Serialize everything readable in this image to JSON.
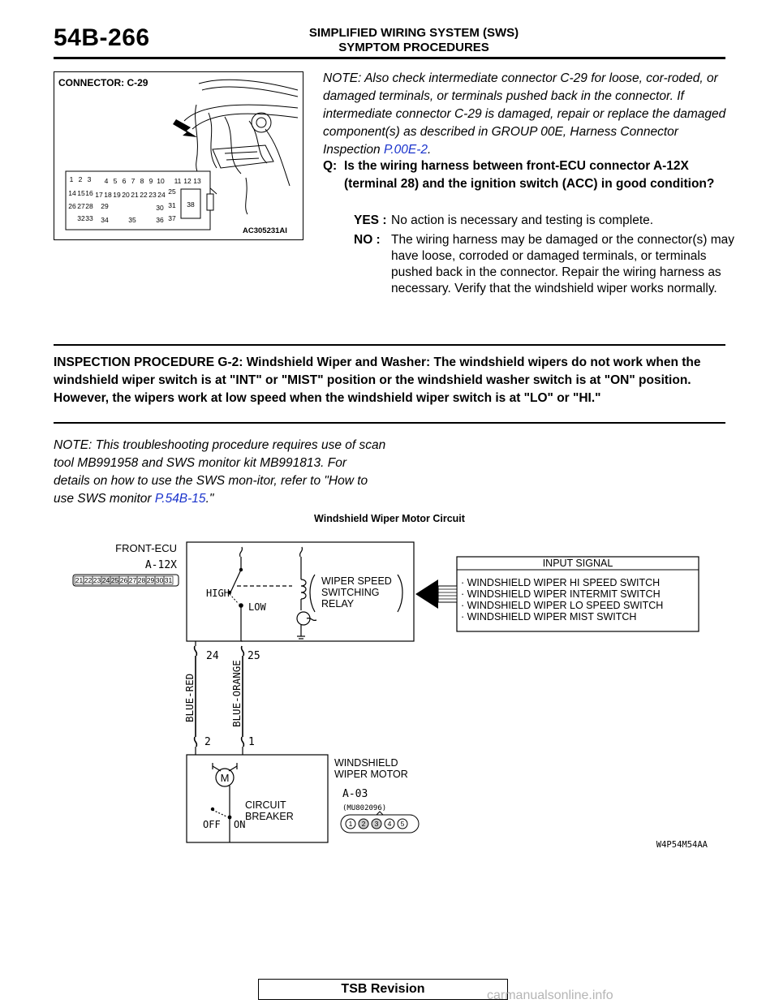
{
  "header": {
    "page_number": "54B-266",
    "section_title": "SIMPLIFIED WIRING SYSTEM (SWS)",
    "subsection_title": "SYMPTOM PROCEDURES"
  },
  "connector_figure": {
    "title": "CONNECTOR: C-29",
    "code": "AC305231AI",
    "pins_row1a": [
      "1",
      "2",
      "3"
    ],
    "pins_row1b": [
      "4",
      "5",
      "6",
      "7",
      "8",
      "9",
      "10"
    ],
    "pins_row1c": [
      "11",
      "12",
      "13"
    ],
    "pins_row2a": [
      "14",
      "15",
      "16"
    ],
    "pins_row2b": [
      "17",
      "18",
      "19",
      "20",
      "21",
      "22",
      "23",
      "24"
    ],
    "pin_25": "25",
    "pins_row3a": [
      "26",
      "27",
      "28"
    ],
    "pin_29": "29",
    "pin_30": "30",
    "pin_31": "31",
    "pins_row4a": [
      "32",
      "33"
    ],
    "pin_34": "34",
    "pin_35": "35",
    "pin_36": "36",
    "pin_37": "37",
    "pin_38": "38"
  },
  "note1": {
    "text": "NOTE: Also check intermediate connector C-29 for loose, cor-roded, or damaged terminals, or terminals pushed back in the connector. If intermediate connector C-29 is damaged, repair or replace the damaged component(s) as described in GROUP 00E, Harness Connector Inspection",
    "link": "P.00E-2",
    "end": "."
  },
  "question": {
    "label": "Q:",
    "text": "Is the wiring harness between front-ECU connector A-12X (terminal 28) and the ignition switch (ACC) in good condition?"
  },
  "answers": [
    {
      "label": "YES :",
      "text": "No action is necessary and testing is complete."
    },
    {
      "label": "NO :",
      "text": "The wiring harness may be damaged or the connector(s) may have loose, corroded or damaged terminals, or terminals pushed back in the connector. Repair the wiring harness as necessary. Verify that the windshield wiper works normally."
    }
  ],
  "procedure_heading": "INSPECTION PROCEDURE G-2: Windshield Wiper and Washer: The windshield wipers do not work when the windshield wiper switch is at \"INT\" or \"MIST\" position or the windshield washer switch is at \"ON\" position. However, the wipers work at low speed when the windshield wiper switch is at \"LO\" or \"HI.\"",
  "note2": {
    "text": "NOTE: This troubleshooting procedure requires use of scan tool MB991958 and SWS monitor kit MB991813. For details on how to use the SWS mon-itor, refer to \"How to use SWS monitor",
    "link": "P.54B-15",
    "end": ".\""
  },
  "diagram": {
    "title": "Windshield Wiper Motor Circuit",
    "ecu_name": "FRONT-ECU",
    "ecu_connector": "A-12X",
    "ecu_pins": [
      "21",
      "22",
      "23",
      "24",
      "25",
      "26",
      "27",
      "28",
      "29",
      "30",
      "31"
    ],
    "high": "HIGH",
    "low": "LOW",
    "relay_line1": "WIPER SPEED",
    "relay_line2": "SWITCHING",
    "relay_line3": "RELAY",
    "input_signal_title": "INPUT SIGNAL",
    "input_signals": [
      "· WINDSHIELD WIPER HI SPEED SWITCH",
      "· WINDSHIELD WIPER INTERMIT SWITCH",
      "· WINDSHIELD WIPER LO SPEED SWITCH",
      "· WINDSHIELD WIPER MIST SWITCH"
    ],
    "term_24": "24",
    "term_25": "25",
    "wire_left": "BLUE-RED",
    "wire_right": "BLUE-ORANGE",
    "term_2": "2",
    "term_1": "1",
    "motor_symbol": "M",
    "cb_line1": "CIRCUIT",
    "cb_line2": "BREAKER",
    "off": "OFF",
    "on": "ON",
    "motor_line1": "WINDSHIELD",
    "motor_line2": "WIPER MOTOR",
    "motor_connector": "A-03",
    "motor_part": "(MU802096)",
    "motor_pins": [
      "1",
      "2",
      "3",
      "4",
      "5"
    ],
    "code": "W4P54M54AA"
  },
  "footer": {
    "label": "TSB Revision"
  },
  "watermark": "carmanualsonline.info"
}
